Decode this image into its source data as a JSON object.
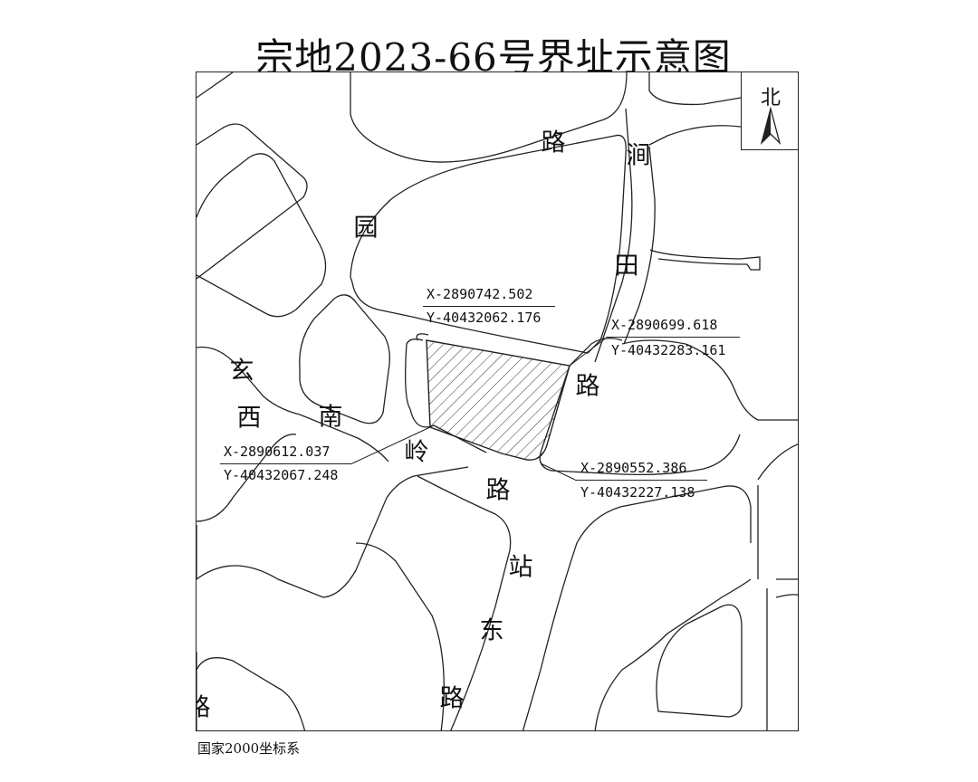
{
  "title": "宗地2023-66号界址示意图",
  "north": {
    "label": "北",
    "icon": "north-arrow-icon"
  },
  "crs": "国家2000坐标系",
  "road_labels": {
    "yuan": "园",
    "lu_top": "路",
    "jian": "涧",
    "tian": "田",
    "lu_right": "路",
    "xuan": "玄",
    "xi": "西",
    "nan": "南",
    "ling": "岭",
    "lu_mid": "路",
    "zhan": "站",
    "dong": "东",
    "lu_bottom": "路",
    "lu_edge": "路"
  },
  "parcel": {
    "id": "2023-66",
    "fill_pattern": "diagonal-hatch",
    "vertices": [
      {
        "x": "X-2890742.502",
        "y": "Y-40432062.176"
      },
      {
        "x": "X-2890699.618",
        "y": "Y-40432283.161"
      },
      {
        "x": "X-2890552.386",
        "y": "Y-40432227.138"
      },
      {
        "x": "X-2890612.037",
        "y": "Y-40432067.248"
      }
    ]
  },
  "colors": {
    "line": "#222222",
    "background": "#ffffff",
    "hatch": "#333333"
  }
}
